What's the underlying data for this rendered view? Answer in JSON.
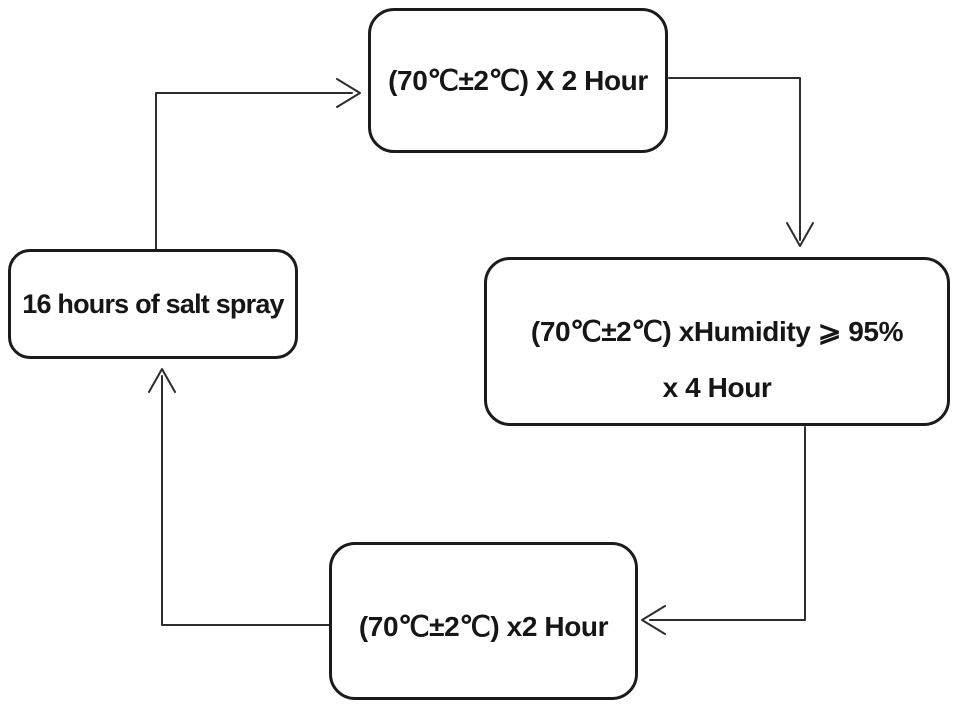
{
  "diagram": {
    "type": "cyclic-flowchart",
    "background_color": "#ffffff",
    "box_border_color": "#1b1b1b",
    "arrow_color": "#2d2d2d",
    "text_color": "#161616",
    "nodes": [
      {
        "id": "dry-heat-top",
        "lines": [
          "(70℃±2℃)  X 2 Hour"
        ]
      },
      {
        "id": "humidity",
        "lines": [
          "(70℃±2℃)  xHumidity ⩾ 95%",
          "x 4 Hour"
        ]
      },
      {
        "id": "dry-heat-bottom",
        "lines": [
          "(70℃±2℃)  x2 Hour"
        ]
      },
      {
        "id": "salt-spray",
        "lines": [
          "16 hours of salt spray"
        ]
      }
    ],
    "edges": [
      {
        "from": "salt-spray",
        "to": "dry-heat-top",
        "direction": "up-then-right"
      },
      {
        "from": "dry-heat-top",
        "to": "humidity",
        "direction": "right-then-down"
      },
      {
        "from": "humidity",
        "to": "dry-heat-bottom",
        "direction": "down-then-left"
      },
      {
        "from": "dry-heat-bottom",
        "to": "salt-spray",
        "direction": "left-then-up"
      }
    ]
  }
}
